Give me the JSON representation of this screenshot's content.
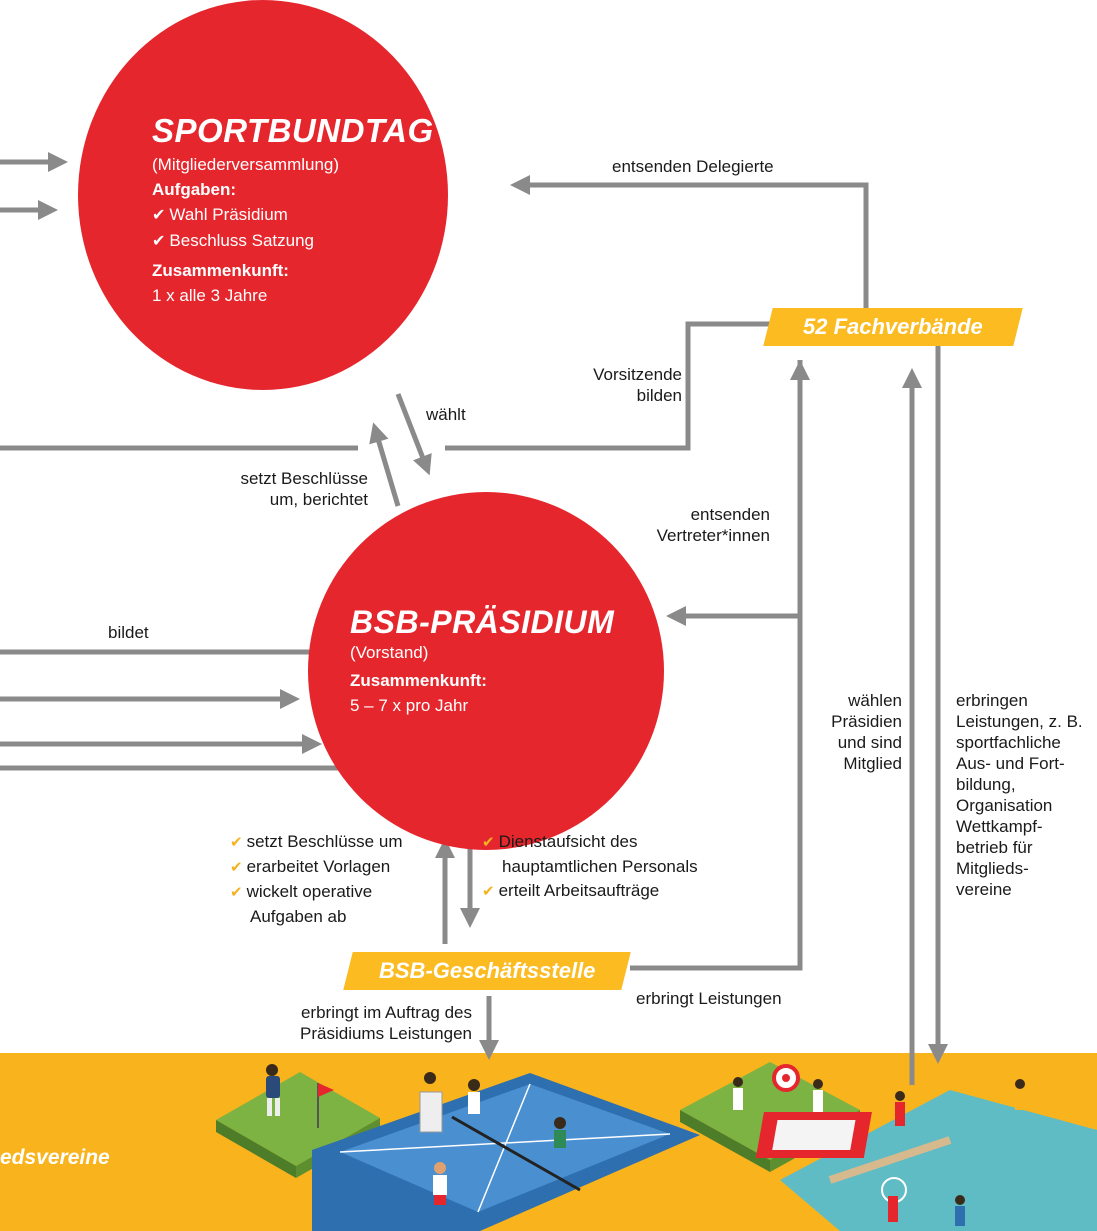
{
  "sportbundtag": {
    "title": "SPORTBUNDTAG",
    "subtitle": "(Mitgliederversammlung)",
    "aufgaben_label": "Aufgaben:",
    "aufgaben": [
      "Wahl Präsidium",
      "Beschluss Satzung"
    ],
    "zusammenkunft_label": "Zusammenkunft:",
    "zusammenkunft": "1 x alle 3 Jahre"
  },
  "praesidium": {
    "title": "BSB-PRÄSIDIUM",
    "subtitle": "(Vorstand)",
    "zusammenkunft_label": "Zusammenkunft:",
    "zusammenkunft": "5 – 7 x pro Jahr"
  },
  "fachverbaende": {
    "label": "52 Fachverbände"
  },
  "geschaeftsstelle": {
    "label": "BSB-Geschäftsstelle"
  },
  "vereine": {
    "label": "edsvereine"
  },
  "labels": {
    "entsenden_delegierte": "entsenden Delegierte",
    "vorsitzende_bilden": [
      "Vorsitzende",
      "bilden"
    ],
    "waehlt": "wählt",
    "setzt_beschluesse": [
      "setzt Beschlüsse",
      "um, berichtet"
    ],
    "entsenden_vertreter": [
      "entsenden",
      "Vertreter*innen"
    ],
    "bildet": "bildet",
    "waehlen_praesidien": [
      "wählen",
      "Präsidien",
      "und sind",
      "Mitglied"
    ],
    "erbringen_leistungen": [
      "erbringen",
      "Leistungen, z. B.",
      "sportfachliche",
      "Aus- und Fort-",
      "bildung,",
      "Organisation",
      "Wettkampf-",
      "betrieb für",
      "Mitglieds-",
      "vereine"
    ],
    "erbringt_leistungen": "erbringt Leistungen",
    "erbringt_im_auftrag": [
      "erbringt im Auftrag des",
      "Präsidiums Leistungen"
    ]
  },
  "geschaeftsstelle_tasks": [
    "setzt Beschlüsse um",
    "erarbeitet Vorlagen",
    "wickelt operative",
    "Aufgaben ab"
  ],
  "praesidium_tasks": [
    "Dienstaufsicht des",
    "hauptamtlichen Personals",
    "erteilt Arbeitsaufträge"
  ],
  "colors": {
    "red": "#e5262d",
    "yellow": "#fbbb21",
    "arrow": "#8a8a8a",
    "band": "#f9b31d"
  }
}
